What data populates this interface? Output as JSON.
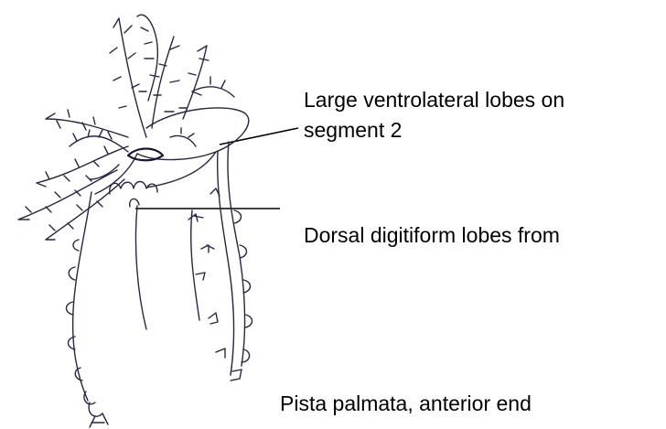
{
  "labels": {
    "ventrolateral_line1": "Large ventrolateral lobes on",
    "ventrolateral_line2": "segment 2",
    "dorsal": "Dorsal digitiform lobes from",
    "caption": "Pista palmata, anterior end"
  },
  "colors": {
    "ink": "#2a2540",
    "leader": "#000000",
    "background": "#ffffff"
  }
}
